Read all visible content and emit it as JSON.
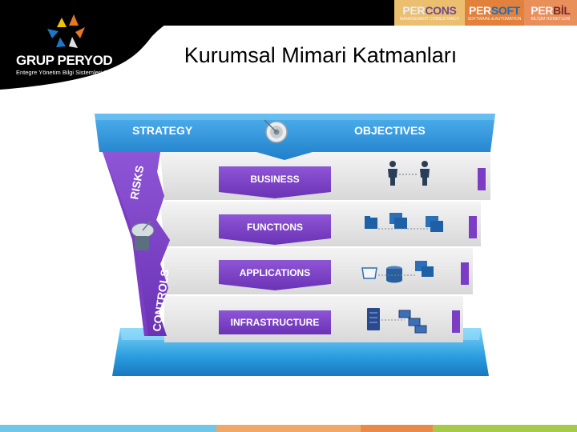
{
  "brand_tabs": [
    {
      "prefix": "PER",
      "suffix": "CONS",
      "subtitle": "MANAGEMENT CONSULTANCY"
    },
    {
      "prefix": "PER",
      "suffix": "SOFT",
      "subtitle": "SOFTWARE & AUTOMATION"
    },
    {
      "prefix": "PER",
      "suffix": "BİL",
      "subtitle": "BİLİŞİM HİZMETLERİ"
    }
  ],
  "logo": {
    "name": "GRUP PERYOD",
    "tagline": "Entegre Yönetim Bilgi Sistemleri A. Ş."
  },
  "title": "Kurumsal Mimari Katmanları",
  "diagram": {
    "header_left": "STRATEGY",
    "header_right": "OBJECTIVES",
    "side_top": "RISKS",
    "side_bottom": "CONTROLS",
    "layers": [
      {
        "label": "BUSINESS",
        "icon": "people-icon"
      },
      {
        "label": "FUNCTIONS",
        "icon": "folders-icon"
      },
      {
        "label": "APPLICATIONS",
        "icon": "folder-database-icon"
      },
      {
        "label": "INFRASTRUCTURE",
        "icon": "server-computers-icon"
      }
    ]
  },
  "colors": {
    "header_blue": "#2a8fd6",
    "layer_purple": "#7a3dc4",
    "side_purple": "#7a3dc4",
    "footer": [
      "#70c6e8",
      "#f0a86a",
      "#e98a4a",
      "#a7c94a"
    ]
  }
}
